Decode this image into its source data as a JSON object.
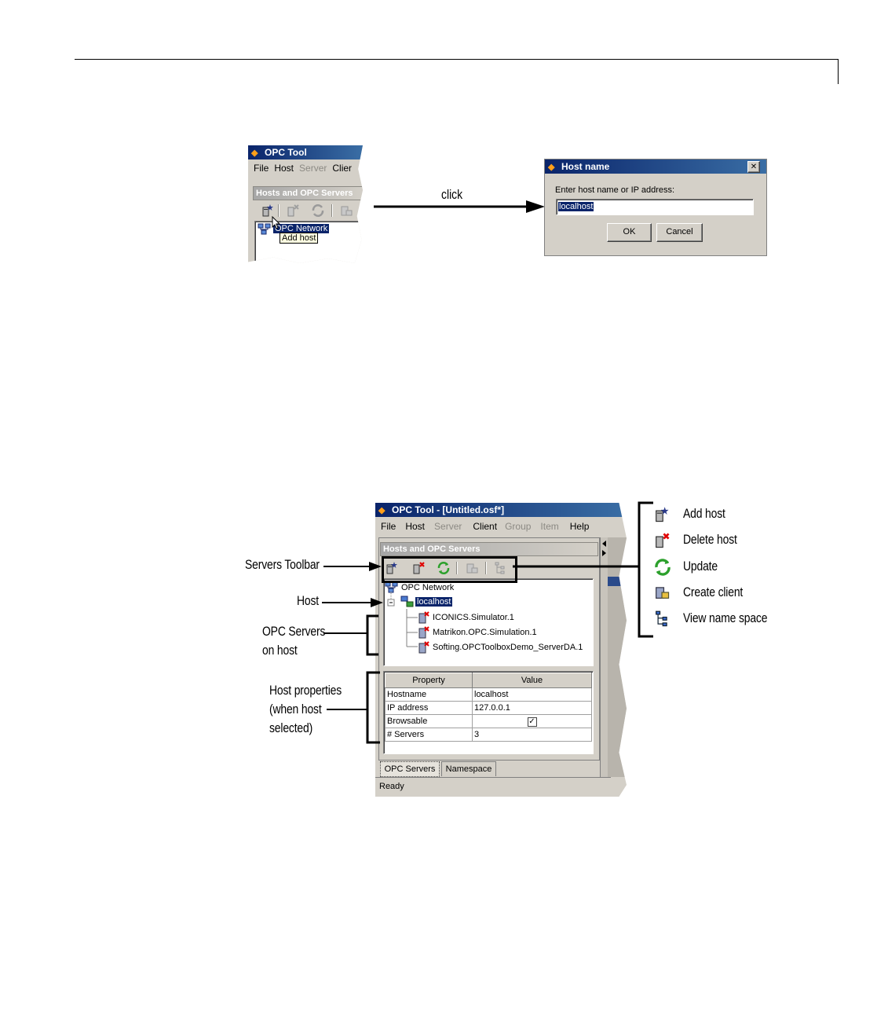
{
  "top_figure": {
    "small_window": {
      "title": "OPC Tool",
      "menu": [
        "File",
        "Host",
        "Server",
        "Clier"
      ],
      "panel_title": "Hosts and OPC Servers",
      "tree_root": "OPC Network",
      "tooltip": "Add host"
    },
    "arrow_label": "click",
    "dialog": {
      "title": "Host name",
      "close_glyph": "✕",
      "prompt": "Enter host name or IP address:",
      "input_value": "localhost",
      "ok_label": "OK",
      "cancel_label": "Cancel"
    }
  },
  "main_window": {
    "title": "OPC Tool - [Untitled.osf*]",
    "menu": [
      {
        "label": "File",
        "enabled": true
      },
      {
        "label": "Host",
        "enabled": true
      },
      {
        "label": "Server",
        "enabled": false
      },
      {
        "label": "Client",
        "enabled": true
      },
      {
        "label": "Group",
        "enabled": false
      },
      {
        "label": "Item",
        "enabled": false
      },
      {
        "label": "Help",
        "enabled": true
      }
    ],
    "panel_title": "Hosts and OPC Servers",
    "tree": {
      "root": "OPC Network",
      "host": "localhost",
      "servers": [
        "ICONICS.Simulator.1",
        "Matrikon.OPC.Simulation.1",
        "Softing.OPCToolboxDemo_ServerDA.1"
      ]
    },
    "properties": {
      "headers": [
        "Property",
        "Value"
      ],
      "rows": [
        {
          "property": "Hostname",
          "value": "localhost"
        },
        {
          "property": "IP address",
          "value": "127.0.0.1"
        },
        {
          "property": "Browsable",
          "value": "✓"
        },
        {
          "property": "# Servers",
          "value": "3"
        }
      ]
    },
    "tabs": [
      "OPC Servers",
      "Namespace"
    ],
    "status": "Ready"
  },
  "callouts": {
    "servers_toolbar": "Servers Toolbar",
    "host": "Host",
    "opc_servers_1": "OPC Servers",
    "opc_servers_2": "on host",
    "host_props_1": "Host properties",
    "host_props_2": "(when host",
    "host_props_3": "selected)"
  },
  "legend": [
    {
      "icon": "add-host-icon",
      "label": "Add host"
    },
    {
      "icon": "delete-host-icon",
      "label": "Delete host"
    },
    {
      "icon": "update-icon",
      "label": "Update"
    },
    {
      "icon": "create-client-icon",
      "label": "Create client"
    },
    {
      "icon": "view-name-space-icon",
      "label": "View name space"
    }
  ],
  "colors": {
    "title_bar": "#0a246a",
    "window_face": "#d4d0c8",
    "selection": "#0a246a",
    "update_green": "#2ca02c",
    "delete_red": "#e00000"
  }
}
